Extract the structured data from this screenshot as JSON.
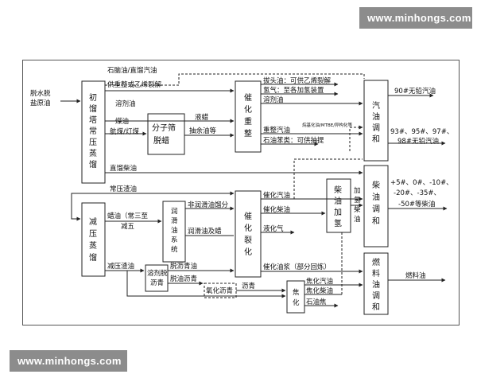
{
  "watermark_top": "www.minhongs.com",
  "watermark_bottom": "www.minhongs.com",
  "feed": [
    "脱水脱",
    "盐原油"
  ],
  "units": {
    "u1": [
      "初",
      "馏",
      "塔",
      "常",
      "压",
      "蒸",
      "馏"
    ],
    "u2": [
      "分子筛",
      "脱蜡"
    ],
    "u3": [
      "减",
      "压",
      "蒸",
      "馏"
    ],
    "u4": [
      "润",
      "滑",
      "油",
      "系",
      "统"
    ],
    "u5": [
      "溶剂脱",
      "沥青"
    ],
    "u6": "氧化沥青",
    "u7": [
      "催",
      "化",
      "重",
      "整"
    ],
    "u8": [
      "催",
      "化",
      "裂",
      "化"
    ],
    "u9": [
      "焦",
      "化"
    ],
    "u10": [
      "柴",
      "油",
      "加",
      "氢"
    ],
    "u11": [
      "汽",
      "油",
      "调",
      "和"
    ],
    "u12": [
      "柴",
      "油",
      "调",
      "和"
    ],
    "u13": [
      "燃",
      "料",
      "油",
      "调",
      "和"
    ]
  },
  "streams": {
    "naphtha_top": "石脑油/直馏汽油",
    "cracking_feed": "供重整或乙烯裂解",
    "solvent_oil_1": "溶剂油",
    "kero_1": "煤油",
    "kero_2": "航煤/灯煤",
    "liquid_wax": "液蜡",
    "raffinate": "抽余油等",
    "straight_diesel": "直馏柴油",
    "atm_residue": "常压渣油",
    "wax_oil_1": "蜡油（常三至",
    "wax_oil_2": "减五",
    "non_lube": "非润滑油馏分",
    "lube_wax": "润滑油及蜡",
    "vac_residue": "减压渣油",
    "asphalt_oil": "脱沥青油",
    "deasphalt_asphalt": "脱油沥青",
    "asphalt": "沥青",
    "topping_oil": "拔头油：可供乙烯裂解",
    "hydrogen": "氢气：至各加氢装置",
    "solvent_oil_2": "溶剂油",
    "reformate": "重整汽油",
    "mtbe_note": "烷基化油/MTBE/异构化等",
    "aromatics": "石油苯类：可供抽提",
    "fcc_gasoline": "催化汽油",
    "fcc_diesel": "催化柴油",
    "liq_gas": "液化气",
    "slurry": "催化油浆（部分回炼）",
    "coker_gasoline": "焦化汽油",
    "coker_diesel": "焦化柴油",
    "coke": "石油焦",
    "hydro_diesel_1": "加",
    "hydro_diesel_2": "氢",
    "hydro_diesel_3": "柴",
    "hydro_diesel_4": "油"
  },
  "products": {
    "p1": "90#无铅汽油",
    "p2": "93#、95#、97#、",
    "p3": "98#无铅汽油",
    "p4": "+5#、0#、-10#、",
    "p5": "-20#、-35#、",
    "p6": "-50#等柴油",
    "p7": "燃料油"
  }
}
